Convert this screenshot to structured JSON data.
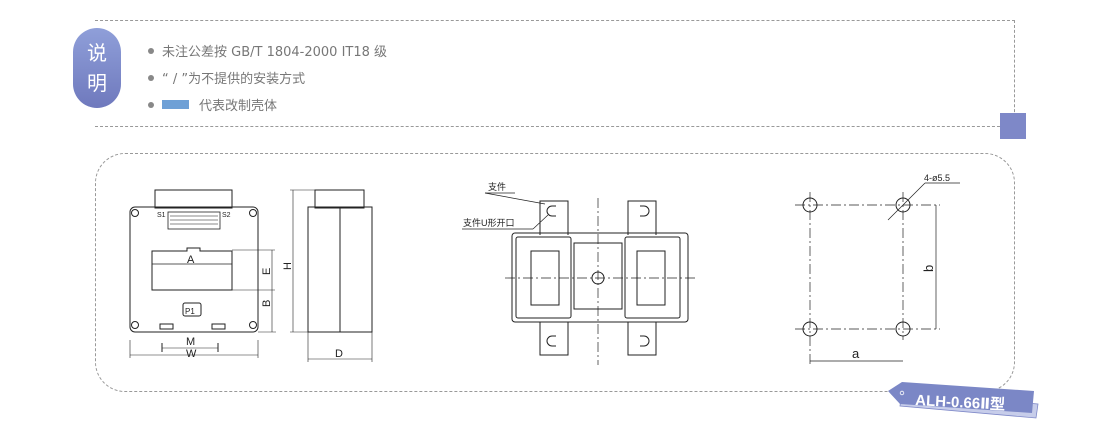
{
  "notes": {
    "badge": [
      "说",
      "明"
    ],
    "items": [
      "未注公差按 GB/T  1804-2000  IT18 级",
      "“ / ”为不提供的安装方式",
      "代表改制壳体"
    ],
    "swatch_color": "#6ea0d6"
  },
  "front_view": {
    "s1": "S1",
    "s2": "S2",
    "a": "A",
    "e": "E",
    "b": "B",
    "h": "H",
    "p1": "P1",
    "m": "M",
    "w": "W"
  },
  "side_view": {
    "d": "D"
  },
  "bottom_view": {
    "support": "支件",
    "support_u_slot": "支件U形开口"
  },
  "mounting": {
    "holes": "4-ø5.5",
    "a": "a",
    "b": "b"
  },
  "model_tag": "ALH-0.66Ⅱ型",
  "colors": {
    "accent": "#7e88c8"
  }
}
